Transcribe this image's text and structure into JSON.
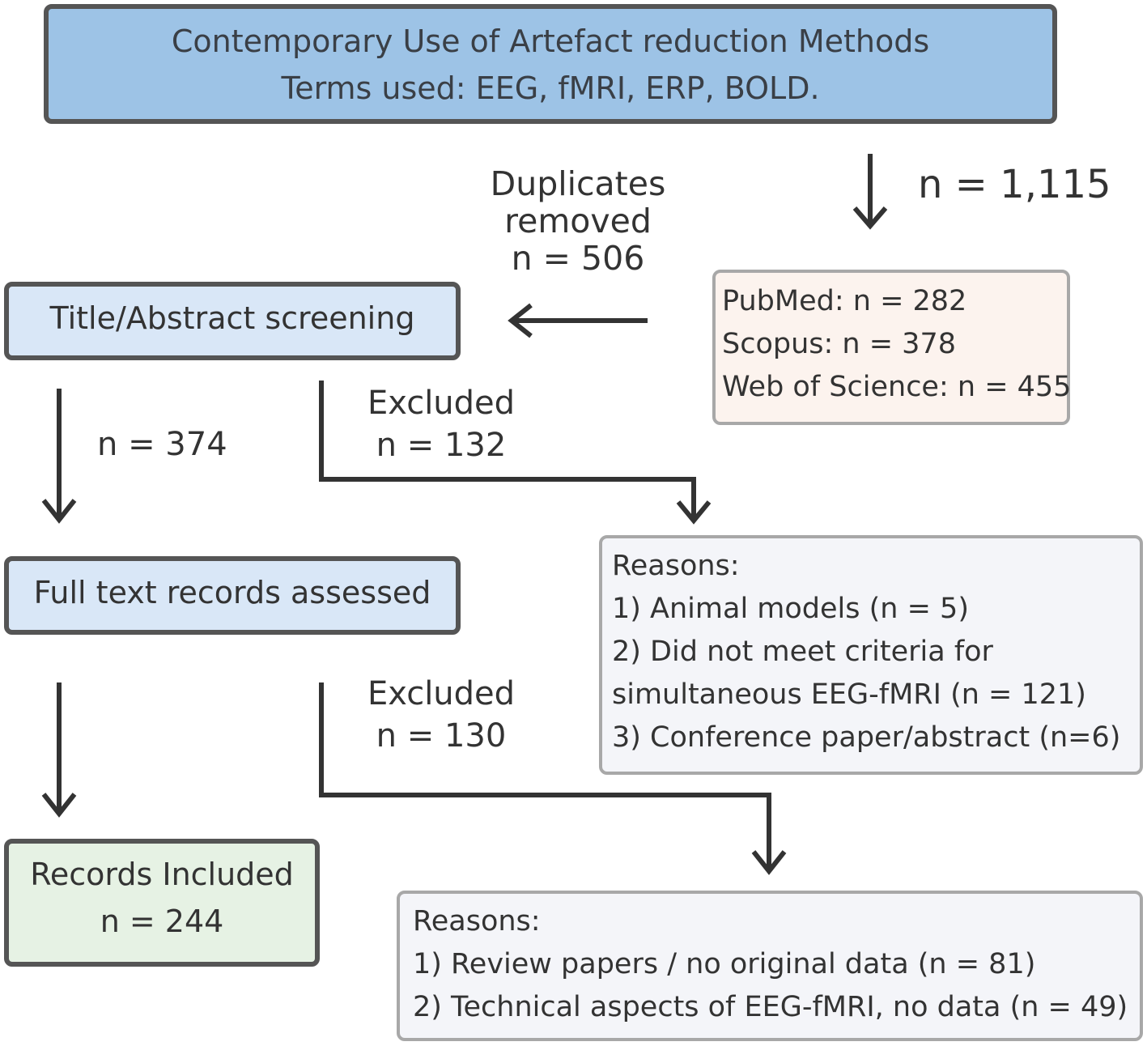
{
  "header": {
    "title": "Contemporary Use of Artefact reduction Methods",
    "terms": "Terms used: EEG, fMRI, ERP, BOLD."
  },
  "identification": {
    "count": "n = 1,115",
    "sources": [
      "PubMed: n = 282",
      "Scopus: n = 378",
      "Web of Science: n = 455"
    ]
  },
  "duplicates": {
    "line1": "Duplicates",
    "line2": "removed",
    "line3": "n = 506"
  },
  "screening": {
    "label": "Title/Abstract screening",
    "passed": "n = 374",
    "excluded_label": "Excluded",
    "excluded_count": "n = 132",
    "reasons": [
      "Reasons:",
      "1) Animal models (n = 5)",
      "2) Did not meet criteria for",
      "simultaneous EEG-fMRI (n  = 121)",
      "3) Conference paper/abstract (n=6)"
    ]
  },
  "eligibility": {
    "label": "Full text records assessed",
    "excluded_label": "Excluded",
    "excluded_count": "n = 130",
    "reasons": [
      "Reasons:",
      "1) Review papers / no original data (n = 81)",
      "2) Technical aspects of EEG-fMRI, no data (n = 49)"
    ]
  },
  "included": {
    "label": "Records Included",
    "count": "n = 244"
  },
  "colors": {
    "header_fill": "#9DC3E6",
    "screen_fill": "#D9E7F7",
    "source_fill": "#FCF3EE",
    "reason_fill": "#F4F5F9",
    "included_fill": "#E6F2E4",
    "dark_border": "#555555",
    "grey_border": "#A8A8A8",
    "arrow": "#333333"
  }
}
